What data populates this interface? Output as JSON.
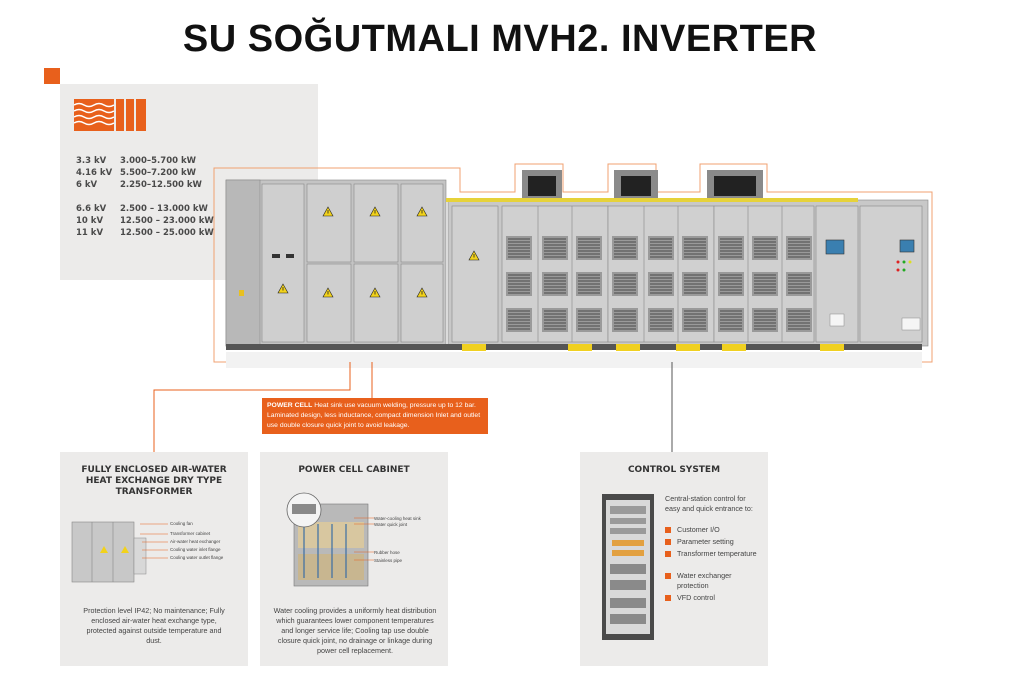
{
  "title": "SU SOĞUTMALI MVH2. INVERTER",
  "specs": [
    {
      "kv": "3.3 kV",
      "kw": "3.000–5.700 kW"
    },
    {
      "kv": "4.16 kV",
      "kw": "5.500–7.200 kW"
    },
    {
      "kv": "6 kV",
      "kw": "2.250–12.500 kW"
    },
    {
      "kv": "6.6 kV",
      "kw": "2.500 – 13.000 kW"
    },
    {
      "kv": "10 kV",
      "kw": "12.500 – 23.000 kW"
    },
    {
      "kv": "11 kV",
      "kw": "12.500 – 25.000 kW"
    }
  ],
  "callout": {
    "head": "POWER CELL",
    "body": " Heat sink use vacuum welding, pressure up to 12 bar. Laminated design, less inductance, compact dimension Inlet and outlet use double closure quick joint to avoid leakage."
  },
  "transformer": {
    "title": "FULLY ENCLOSED AIR-WATER HEAT EXCHANGE DRY TYPE TRANSFORMER",
    "labels": [
      "Cooling fan",
      "Transformer cabinet",
      "Air-water heat exchanger",
      "Cooling water inlet flange",
      "Cooling water outlet flange"
    ],
    "text": "Protection level IP42; No maintenance; Fully enclosed air-water heat exchange type, protected against outside temperature and dust."
  },
  "power_cell": {
    "title": "POWER CELL CABINET",
    "labels": [
      "Water-cooling heat sink",
      "Water quick joint",
      "Rubber hose",
      "Stainless pipe"
    ],
    "text": "Water cooling provides a uniformly heat distribution which guarantees lower component temperatures and longer service life; Cooling tap use double closure quick joint, no drainage or linkage during power cell replacement."
  },
  "control": {
    "title": "CONTROL SYSTEM",
    "intro": "Central-station control for easy and quick entrance to:",
    "items": [
      "Customer I/O",
      "Parameter setting",
      "Transformer temperature",
      "Water exchanger protection",
      "VFD control"
    ]
  },
  "colors": {
    "accent": "#e8601c",
    "panel": "#ecebea",
    "cabinet": "#c9c9c9"
  }
}
